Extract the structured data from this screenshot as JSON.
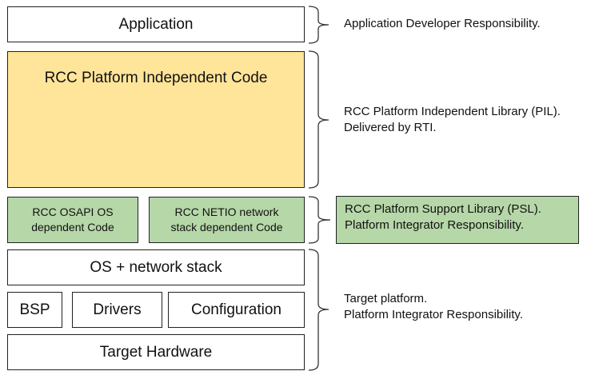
{
  "layers": {
    "application": "Application",
    "pil": "RCC Platform Independent Code",
    "osapi": [
      "RCC OSAPI OS",
      "dependent Code"
    ],
    "netio": [
      "RCC NETIO network",
      "stack dependent Code"
    ],
    "os_network": "OS + network stack",
    "bsp": "BSP",
    "drivers": "Drivers",
    "configuration": "Configuration",
    "hardware": "Target Hardware"
  },
  "annotations": {
    "application": [
      "Application Developer Responsibility."
    ],
    "pil": [
      "RCC Platform Independent  Library (PIL).",
      "Delivered by RTI."
    ],
    "psl": [
      "RCC Platform Support Library (PSL).",
      "Platform Integrator Responsibility."
    ],
    "target": [
      "Target platform.",
      "Platform Integrator Responsibility."
    ]
  },
  "colors": {
    "pil_fill": "#ffe599",
    "psl_fill": "#b6d7a8",
    "border": "#222222"
  }
}
